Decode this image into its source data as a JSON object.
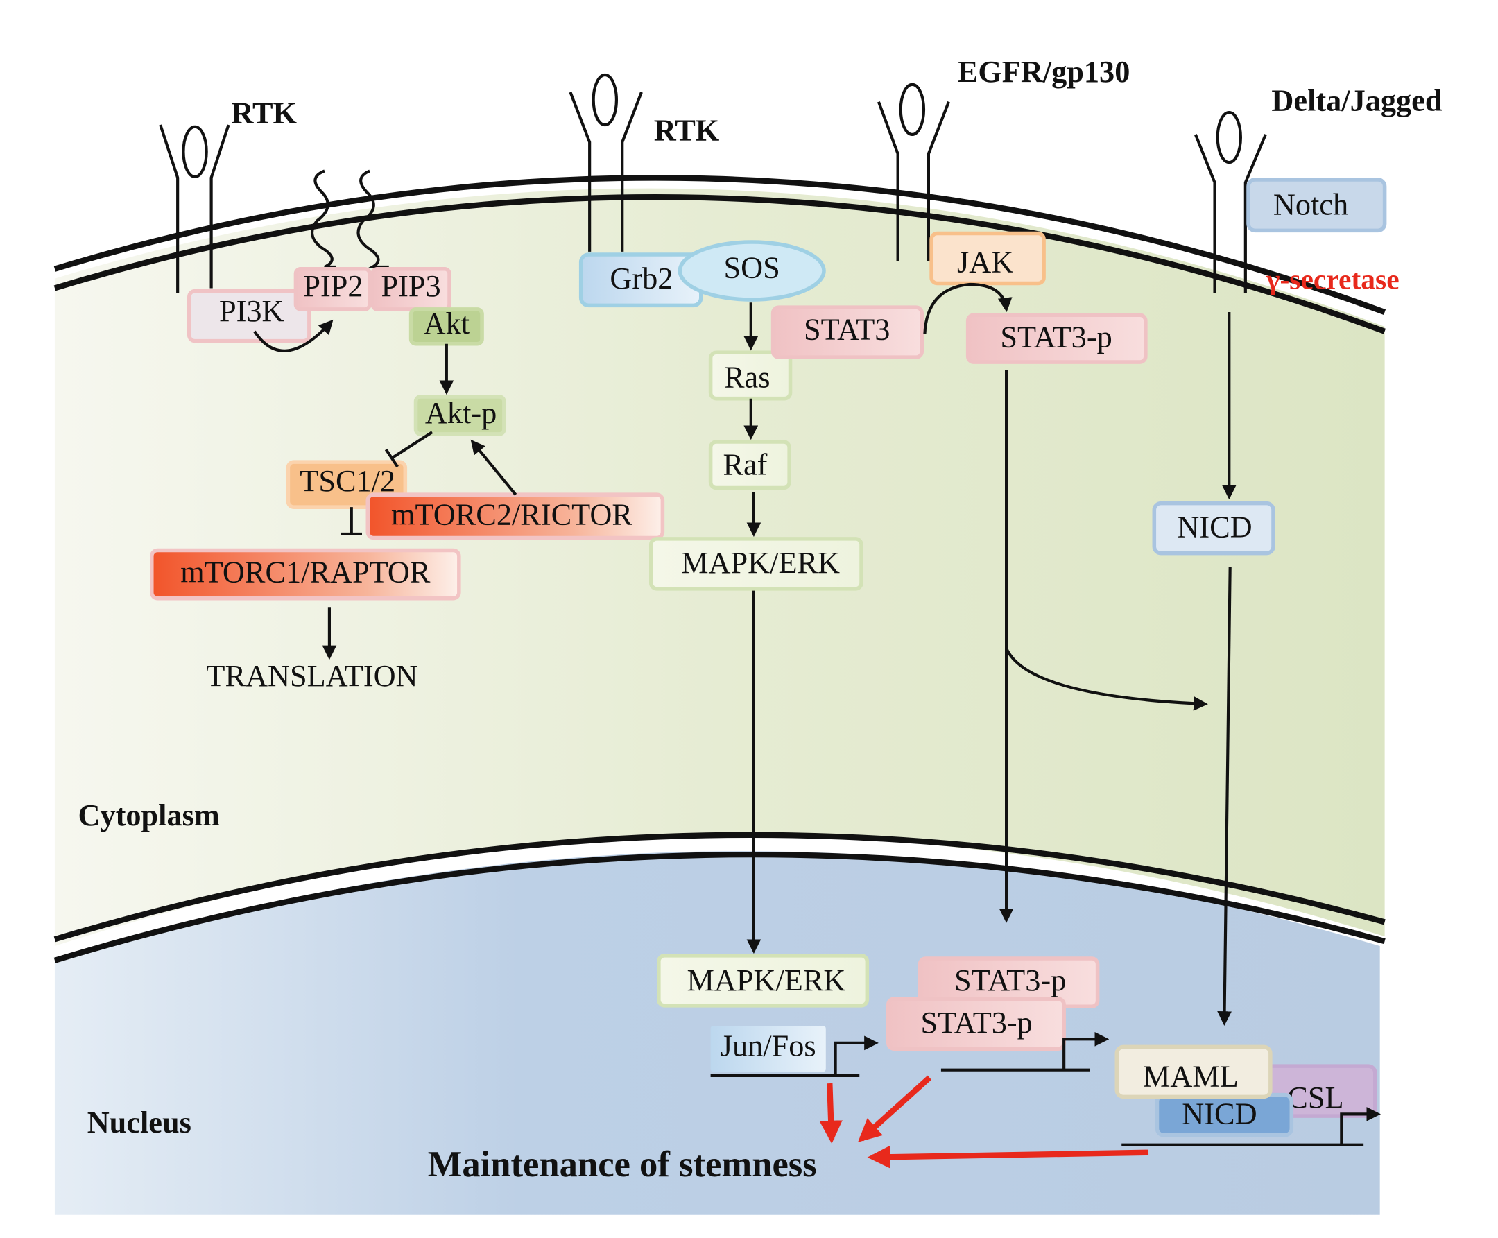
{
  "labels": {
    "rtk_left": "RTK",
    "rtk_middle": "RTK",
    "egfr": "EGFR/gp130",
    "delta": "Delta/Jagged",
    "cytoplasm": "Cytoplasm",
    "nucleus": "Nucleus",
    "translation": "TRANSLATION",
    "gamma_secretase": "γ-secretase",
    "outcome": "Maintenance of stemness"
  },
  "nodes": {
    "pi3k": "PI3K",
    "pip2": "PIP2",
    "pip3": "PIP3",
    "akt": "Akt",
    "akt_p": "Akt-p",
    "tsc": "TSC1/2",
    "mtorc2": "mTORC2/RICTOR",
    "mtorc1": "mTORC1/RAPTOR",
    "grb2": "Grb2",
    "sos": "SOS",
    "ras": "Ras",
    "raf": "Raf",
    "mapk": "MAPK/ERK",
    "stat3": "STAT3",
    "jak": "JAK",
    "stat3p": "STAT3-p",
    "notch": "Notch",
    "nicd": "NICD",
    "mapk_nuc": "MAPK/ERK",
    "junfos": "Jun/Fos",
    "stat3p_nuc1": "STAT3-p",
    "stat3p_nuc2": "STAT3-p",
    "maml": "MAML",
    "csl": "CSL",
    "nicd_nuc": "NICD"
  },
  "colors": {
    "cytoplasm": "#dfe7c8",
    "nucleus": "#bcd0e6",
    "activation_red": "#e8291c",
    "pink_box": "#f1c6c8",
    "green_box": "#c9dba5",
    "blue_box": "#a9c4e0",
    "orange_box": "#f8c08a"
  }
}
